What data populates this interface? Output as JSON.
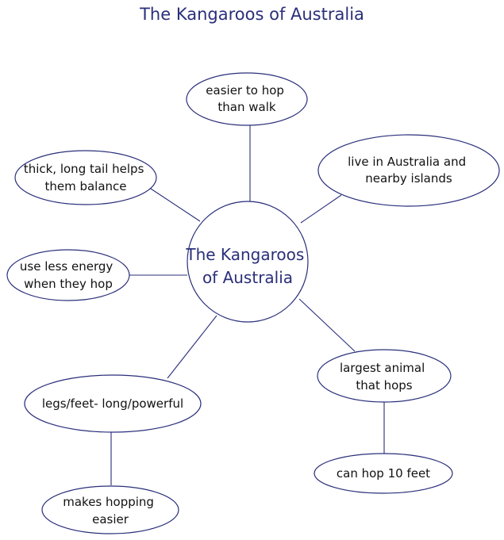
{
  "title": "The Kangaroos of Australia",
  "center": {
    "lines": [
      "The Kangaroos",
      "of Australia"
    ]
  },
  "nodes": [
    {
      "id": "n1",
      "lines": [
        "easier to hop",
        "than walk"
      ]
    },
    {
      "id": "n2",
      "lines": [
        "live in Australia and",
        "nearby islands"
      ]
    },
    {
      "id": "n3",
      "lines": [
        "thick, long tail helps",
        "them balance"
      ]
    },
    {
      "id": "n4",
      "lines": [
        "use less energy",
        "when they hop"
      ]
    },
    {
      "id": "n5",
      "lines": [
        "largest animal",
        "that hops"
      ]
    },
    {
      "id": "n6",
      "lines": [
        "legs/feet- long/powerful"
      ]
    },
    {
      "id": "n7",
      "lines": [
        "can hop 10 feet"
      ]
    },
    {
      "id": "n8",
      "lines": [
        "makes hopping",
        "easier"
      ]
    }
  ],
  "colors": {
    "accent": "#2a2f7a",
    "text": "#111111"
  }
}
